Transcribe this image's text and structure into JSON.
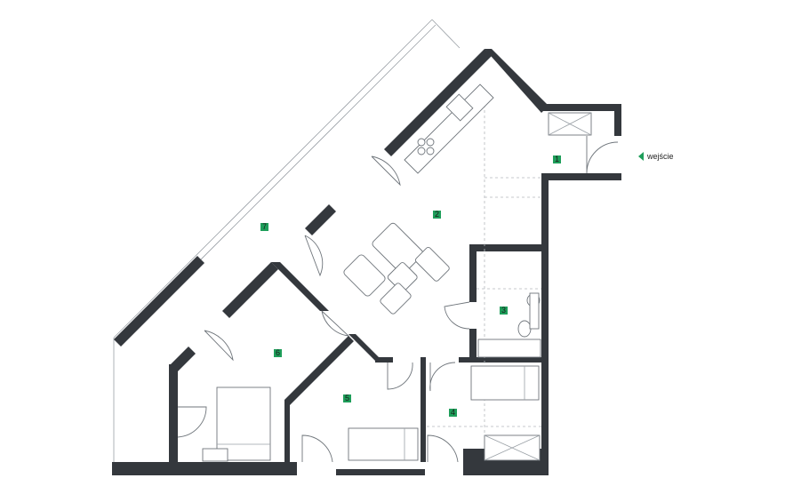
{
  "rooms": [
    {
      "number": "1"
    },
    {
      "number": "2"
    },
    {
      "number": "3"
    },
    {
      "number": "4"
    },
    {
      "number": "5"
    },
    {
      "number": "6"
    },
    {
      "number": "7"
    }
  ],
  "entrance": {
    "label": "wejście"
  },
  "colors": {
    "wall": "#34383d",
    "badge": "#1e9e5a"
  }
}
